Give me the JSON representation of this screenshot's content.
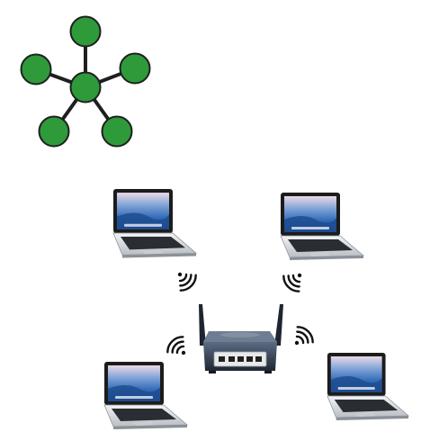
{
  "diagram": {
    "star_topology": {
      "node_count": 6,
      "node_color": "#2e9a3a",
      "node_outline": "#1f1f1f",
      "link_color": "#1f1f1f"
    },
    "wireless_network": {
      "laptops": [
        {
          "name": "laptop-top-left"
        },
        {
          "name": "laptop-top-right"
        },
        {
          "name": "laptop-bottom-left"
        },
        {
          "name": "laptop-bottom-right"
        }
      ],
      "router": {
        "name": "wireless-router",
        "antennas": 2,
        "ports": 5,
        "body_color": "#3a4a5e"
      },
      "signal_icon": "wifi-signal-icon",
      "screen_color": "#3a78c4"
    }
  }
}
